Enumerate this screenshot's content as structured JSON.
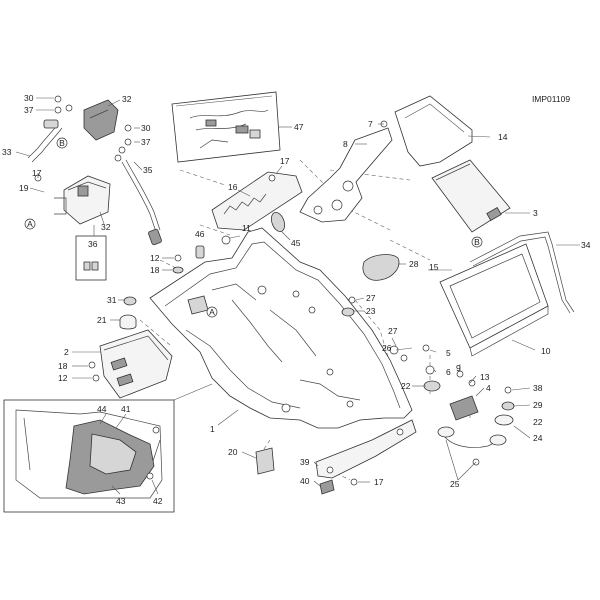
{
  "drawing_code": "IMP01109",
  "callouts": {
    "c1": "1",
    "c2": "2",
    "c3": "3",
    "c4": "4",
    "c5": "5",
    "c6": "6",
    "c7": "7",
    "c8": "8",
    "c9": "9",
    "c10": "10",
    "c11": "11",
    "c12a": "12",
    "c12b": "12",
    "c13": "13",
    "c14": "14",
    "c15": "15",
    "c16": "16",
    "c17a": "17",
    "c17b": "17",
    "c17c": "17",
    "c18a": "18",
    "c18b": "18",
    "c19": "19",
    "c20": "20",
    "c21": "21",
    "c22a": "22",
    "c22b": "22",
    "c23": "23",
    "c24": "24",
    "c25": "25",
    "c26": "26",
    "c27a": "27",
    "c27b": "27",
    "c28": "28",
    "c29": "29",
    "c30a": "30",
    "c30b": "30",
    "c31": "31",
    "c32a": "32",
    "c32b": "32",
    "c33": "33",
    "c34": "34",
    "c35": "35",
    "c36": "36",
    "c37a": "37",
    "c37b": "37",
    "c38": "38",
    "c39": "39",
    "c40": "40",
    "c41": "41",
    "c42": "42",
    "c43": "43",
    "c44": "44",
    "c45": "45",
    "c46": "46",
    "c47": "47"
  },
  "reference_markers": {
    "a1": "A",
    "a2": "A",
    "b1": "B",
    "b2": "B"
  },
  "colors": {
    "line": "#333333",
    "fill_light": "#f4f4f4",
    "fill_dark": "#9a9a9a"
  }
}
